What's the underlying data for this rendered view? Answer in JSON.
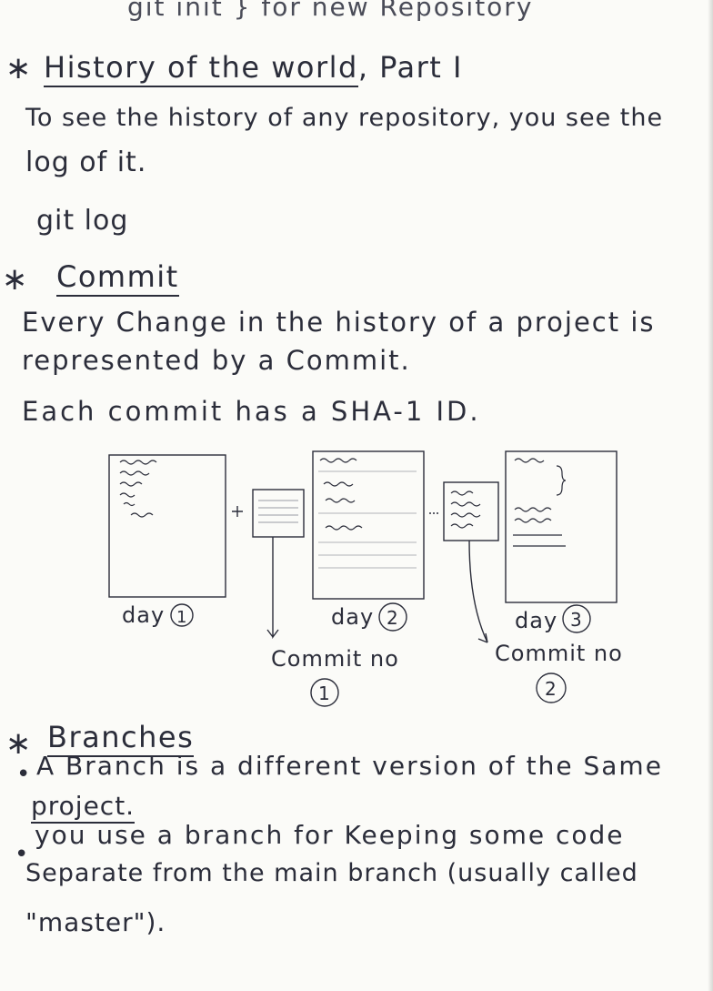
{
  "top_line": "git init } for new Repository",
  "sections": {
    "history": {
      "star": "∗",
      "heading": "History of the world",
      "heading_suffix": ", Part I",
      "line1": "To see the history of any repository, you see the",
      "line2": "log of it.",
      "command": "git log"
    },
    "commit": {
      "star": "∗",
      "heading": "Commit",
      "line1": "Every Change in the history of a project is",
      "line2": "represented by a Commit.",
      "line3": "Each commit has a SHA-1 ID."
    },
    "diagram": {
      "day1": "day",
      "day1_num": "1",
      "day2": "day",
      "day2_num": "2",
      "day3": "day",
      "day3_num": "3",
      "commit1": "Commit no",
      "commit1_num": "1",
      "commit2": "Commit no",
      "commit2_num": "2"
    },
    "branches": {
      "star": "∗",
      "heading": "Branches",
      "bullet": "•",
      "b1_line1": "A Branch is a different version of the Same",
      "b1_line2": "project.",
      "b2_line1": "you use a branch for Keeping some code",
      "b2_line2": "Separate from the main branch (usually called",
      "b2_line3": "\"master\")."
    }
  },
  "colors": {
    "ink": "#2b2d3a",
    "paper": "#fbfbf8"
  }
}
